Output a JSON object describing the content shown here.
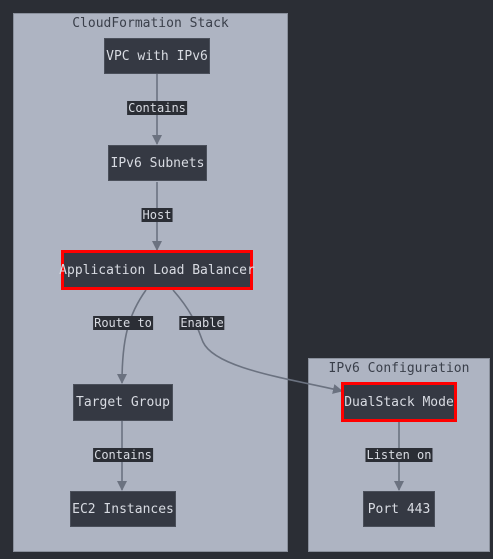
{
  "clusters": {
    "stack": {
      "title": "CloudFormation Stack"
    },
    "ipv6": {
      "title": "IPv6 Configuration"
    }
  },
  "nodes": {
    "vpc": "VPC with IPv6",
    "subnets": "IPv6 Subnets",
    "alb": "Application Load Balancer",
    "target_group": "Target Group",
    "ec2": "EC2 Instances",
    "dualstack": "DualStack Mode",
    "port": "Port 443"
  },
  "edges": {
    "contains_1": "Contains",
    "host": "Host",
    "route_to": "Route to",
    "enable": "Enable",
    "contains_2": "Contains",
    "listen_on": "Listen on"
  },
  "colors": {
    "background": "#2b2e35",
    "cluster_fill": "#aeb4c2",
    "node_fill": "#353943",
    "highlight": "#ff0000",
    "edge": "#6b7280"
  }
}
